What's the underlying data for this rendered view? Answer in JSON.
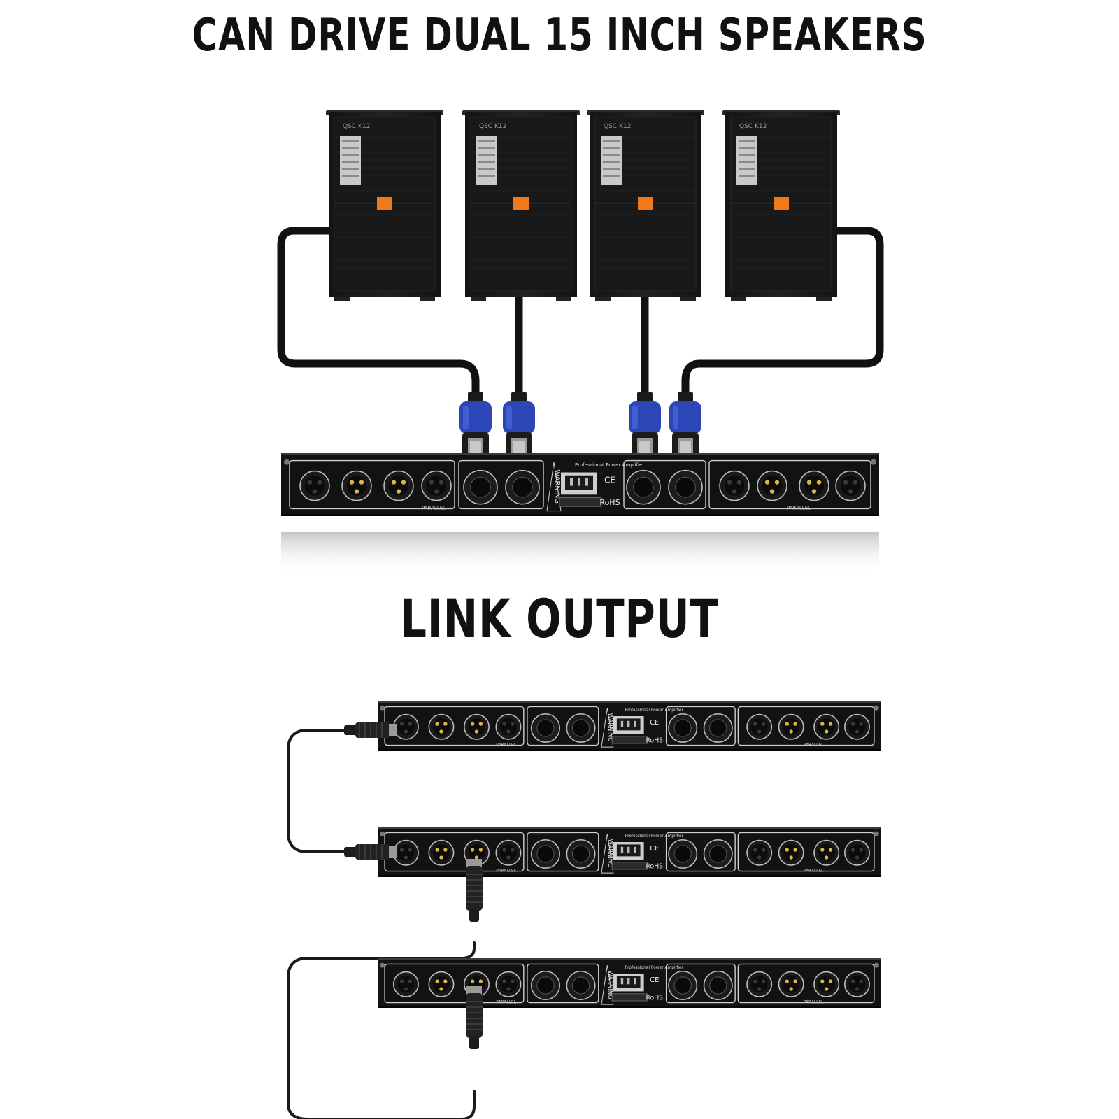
{
  "heading_top": "CAN DRIVE DUAL 15 INCH SPEAKERS",
  "heading_bottom": "LINK OUTPUT",
  "speaker_badge": "QSC K12",
  "amp_panel": {
    "warning": "WARNING",
    "brand_line": "Professional Power Amplifier",
    "ce": "CE",
    "rohs": "RoHS",
    "parallel_mark": "PARALLEL"
  },
  "colors": {
    "speaker_body": "#1b1b1b",
    "speaker_accent": "#f07a1a",
    "connector_blue": "#2c46b8",
    "cable": "#111111",
    "amp_body": "#121212",
    "panel_outline": "#cfcfcf"
  }
}
